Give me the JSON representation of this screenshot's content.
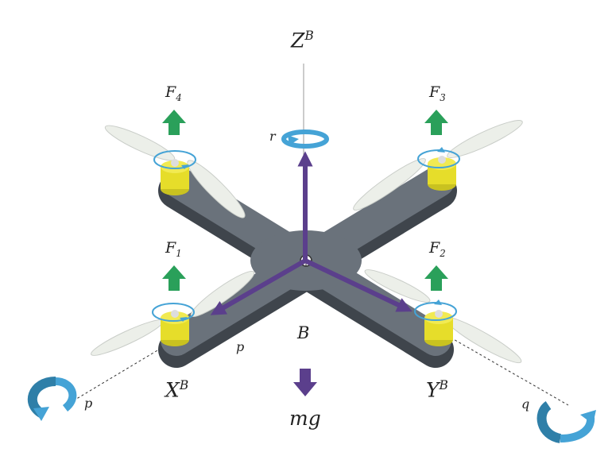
{
  "colors": {
    "axis_arrow": "#5b3f8c",
    "force_arrow": "#2aa05a",
    "spin_arrow": "#45a3d6",
    "frame": "#5e6670",
    "motor": "#e6dd2a",
    "propeller": "#ecefe9"
  },
  "icons": {
    "gravity": "down-arrow-icon",
    "thrust": "up-arrow-icon",
    "rotation": "curved-arrow-icon"
  },
  "labels": {
    "z_axis": {
      "base": "Z",
      "sup": "B"
    },
    "x_axis": {
      "base": "X",
      "sup": "B"
    },
    "y_axis": {
      "base": "Y",
      "sup": "B"
    },
    "body_frame": "B",
    "gravity": "mg",
    "yaw_rate": "r",
    "roll_rate_near": "p",
    "roll_rate_far": "p",
    "pitch_rate": "q",
    "forces": [
      {
        "base": "F",
        "sub": "4"
      },
      {
        "base": "F",
        "sub": "3"
      },
      {
        "base": "F",
        "sub": "1"
      },
      {
        "base": "F",
        "sub": "2"
      }
    ]
  }
}
